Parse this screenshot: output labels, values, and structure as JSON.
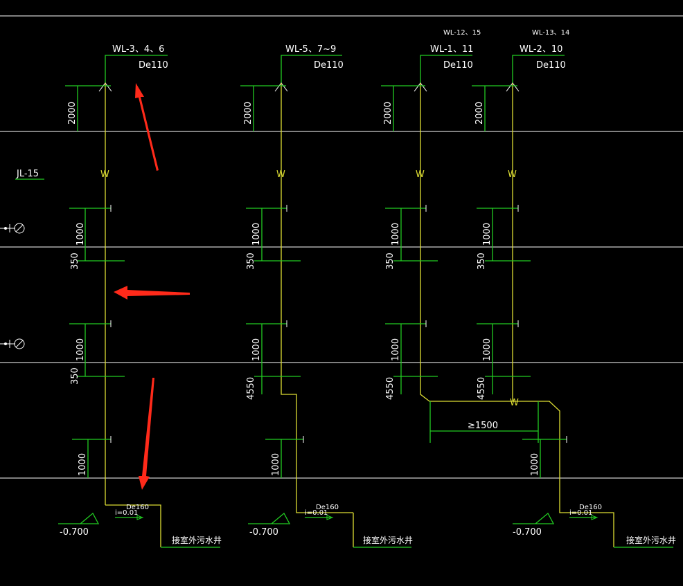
{
  "colors": {
    "background": "#000000",
    "floor_line": "#ffffff",
    "annotation": "#22cc22",
    "pipe": "#dddd33",
    "marker_arrow": "#ff2a1a"
  },
  "pipes": [
    {
      "name": "WL-3、4、6",
      "size": "De110",
      "top_note": ""
    },
    {
      "name": "WL-5、7~9",
      "size": "De110",
      "top_note": ""
    },
    {
      "name": "WL-1、11",
      "size": "De110",
      "top_note": "WL-12、15"
    },
    {
      "name": "WL-2、10",
      "size": "De110",
      "top_note": "WL-13、14"
    }
  ],
  "side_label": "JL-15",
  "dims": {
    "d2000": "2000",
    "d1000": "1000",
    "d350": "350",
    "d4550": "4550",
    "d1500": "≥1500"
  },
  "outlets": [
    {
      "size": "De160",
      "slope": "i=0.01",
      "elev": "-0.700",
      "dest": "接室外污水井"
    },
    {
      "size": "De160",
      "slope": "i=0.01",
      "elev": "-0.700",
      "dest": "接室外污水井"
    },
    {
      "size": "De160",
      "slope": "i=0.01",
      "elev": "-0.700",
      "dest": "接室外污水井"
    }
  ],
  "pipe_symbol": "W"
}
